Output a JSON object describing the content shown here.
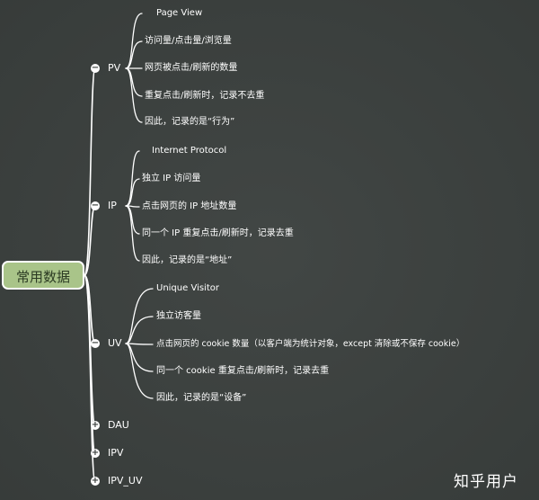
{
  "root": {
    "label": "常用数据"
  },
  "branches": [
    {
      "id": "pv",
      "label": "PV",
      "toggle": "−",
      "children": [
        "Page View",
        "访问量/点击量/浏览量",
        "网页被点击/刷新的数量",
        "重复点击/刷新时，记录不去重",
        "因此，记录的是“行为”"
      ]
    },
    {
      "id": "ip",
      "label": "IP",
      "toggle": "−",
      "children": [
        "Internet Protocol",
        "独立 IP 访问量",
        "点击网页的 IP 地址数量",
        "同一个 IP 重复点击/刷新时，记录去重",
        "因此，记录的是“地址”"
      ]
    },
    {
      "id": "uv",
      "label": "UV",
      "toggle": "−",
      "children": [
        "Unique Visitor",
        "独立访客量",
        "点击网页的 cookie 数量（以客户端为统计对象，except 清除或不保存 cookie）",
        "同一个 cookie 重复点击/刷新时，记录去重",
        "因此，记录的是“设备”"
      ]
    },
    {
      "id": "dau",
      "label": "DAU",
      "toggle": "+",
      "children": []
    },
    {
      "id": "ipv",
      "label": "IPV",
      "toggle": "+",
      "children": []
    },
    {
      "id": "ipv_uv",
      "label": "IPV_UV",
      "toggle": "+",
      "children": []
    }
  ],
  "watermark": "知乎用户",
  "colors": {
    "background": "#3a3f3d",
    "root_fill": "#a9c489",
    "line": "#ffffff"
  }
}
